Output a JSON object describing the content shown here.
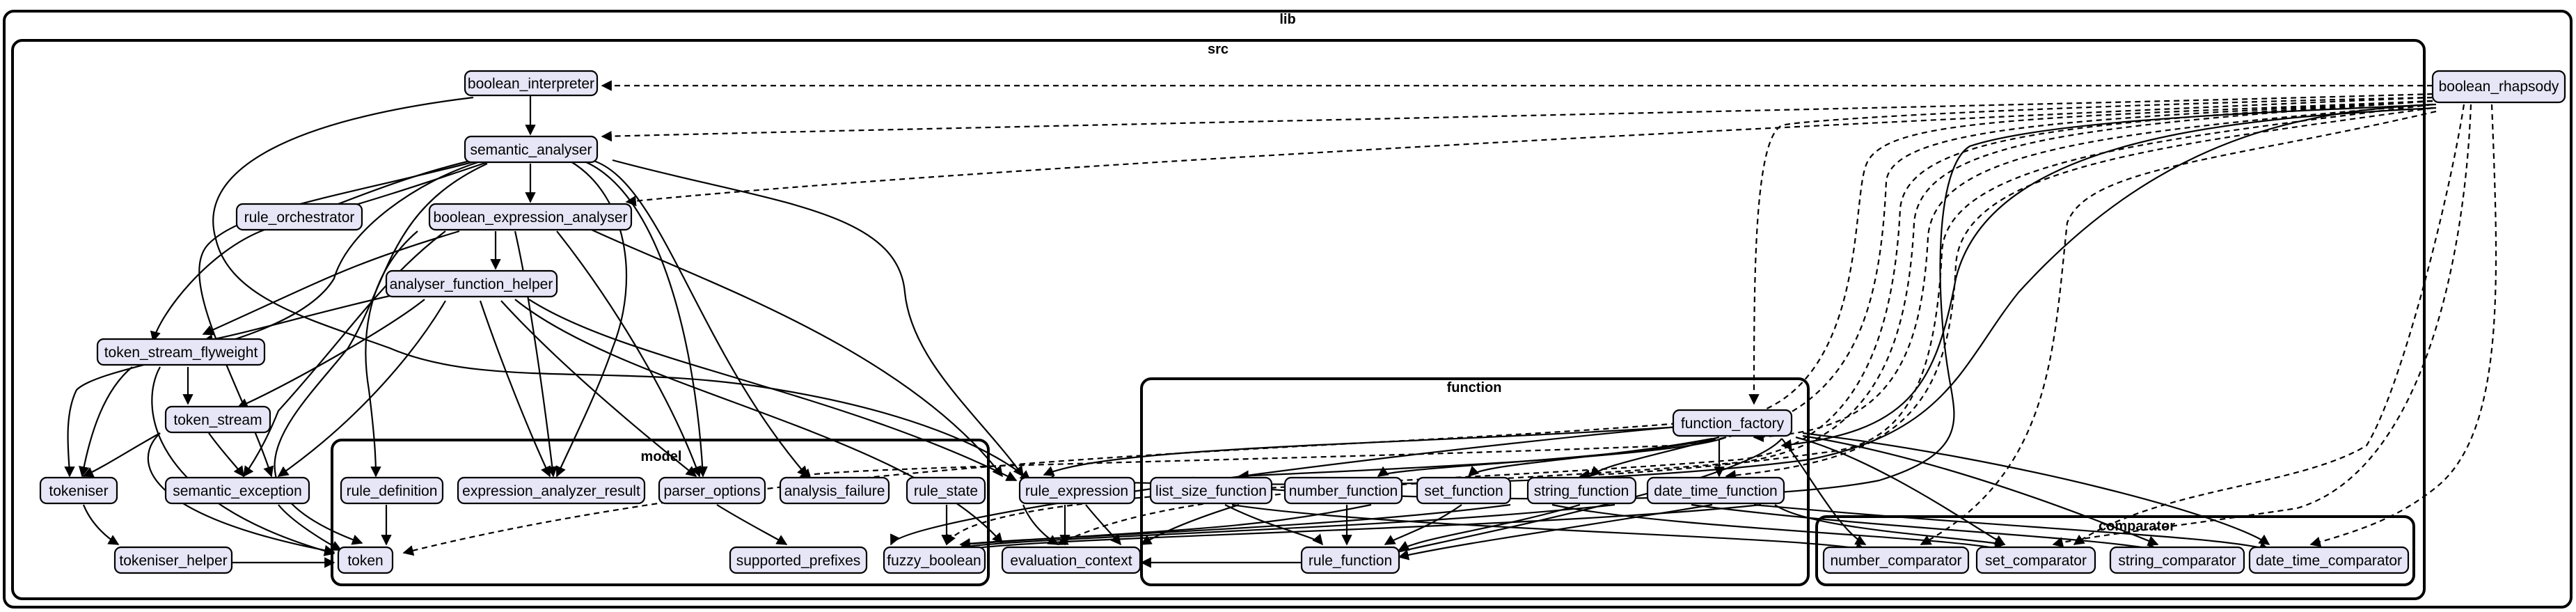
{
  "clusters": {
    "lib": "lib",
    "src": "src",
    "model": "model",
    "function": "function",
    "comparator": "comparator"
  },
  "nodes": {
    "boolean_interpreter": "boolean_interpreter",
    "semantic_analyser": "semantic_analyser",
    "rule_orchestrator": "rule_orchestrator",
    "boolean_expression_analyser": "boolean_expression_analyser",
    "analyser_function_helper": "analyser_function_helper",
    "token_stream_flyweight": "token_stream_flyweight",
    "token_stream": "token_stream",
    "tokeniser": "tokeniser",
    "tokeniser_helper": "tokeniser_helper",
    "semantic_exception": "semantic_exception",
    "rule_definition": "rule_definition",
    "expression_analyzer_result": "expression_analyzer_result",
    "parser_options": "parser_options",
    "analysis_failure": "analysis_failure",
    "rule_state": "rule_state",
    "token": "token",
    "supported_prefixes": "supported_prefixes",
    "fuzzy_boolean": "fuzzy_boolean",
    "rule_expression": "rule_expression",
    "evaluation_context": "evaluation_context",
    "function_factory": "function_factory",
    "list_size_function": "list_size_function",
    "number_function": "number_function",
    "set_function": "set_function",
    "string_function": "string_function",
    "date_time_function": "date_time_function",
    "rule_function": "rule_function",
    "number_comparator": "number_comparator",
    "set_comparator": "set_comparator",
    "string_comparator": "string_comparator",
    "date_time_comparator": "date_time_comparator",
    "boolean_rhapsody": "boolean_rhapsody"
  }
}
